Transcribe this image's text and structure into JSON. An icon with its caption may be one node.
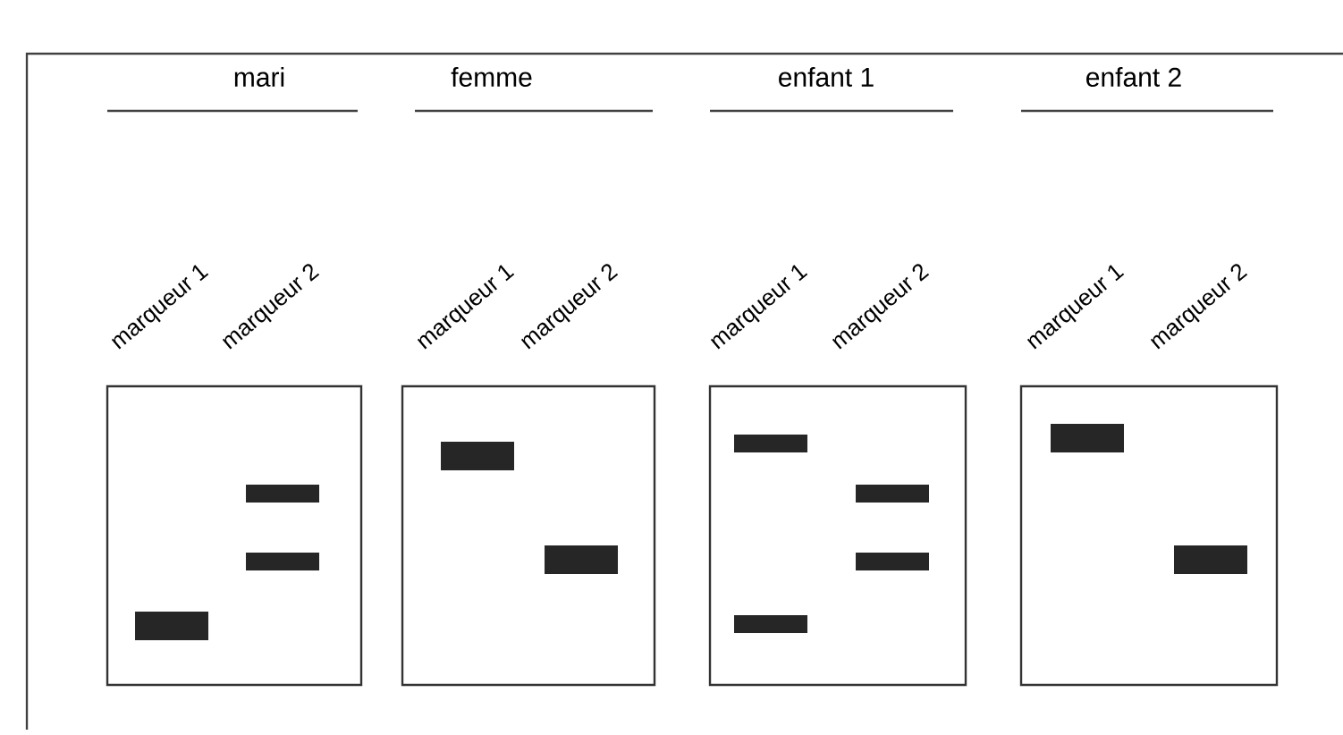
{
  "diagram": {
    "labels": [
      "mari",
      "femme",
      "enfant 1",
      "enfant 2",
      "marqueur 1",
      "marqueur 2",
      "marqueur 1",
      "marqueur 2",
      "marqueur 1",
      "marqueur 2",
      "marqueur 1",
      "marqueur 2"
    ]
  }
}
